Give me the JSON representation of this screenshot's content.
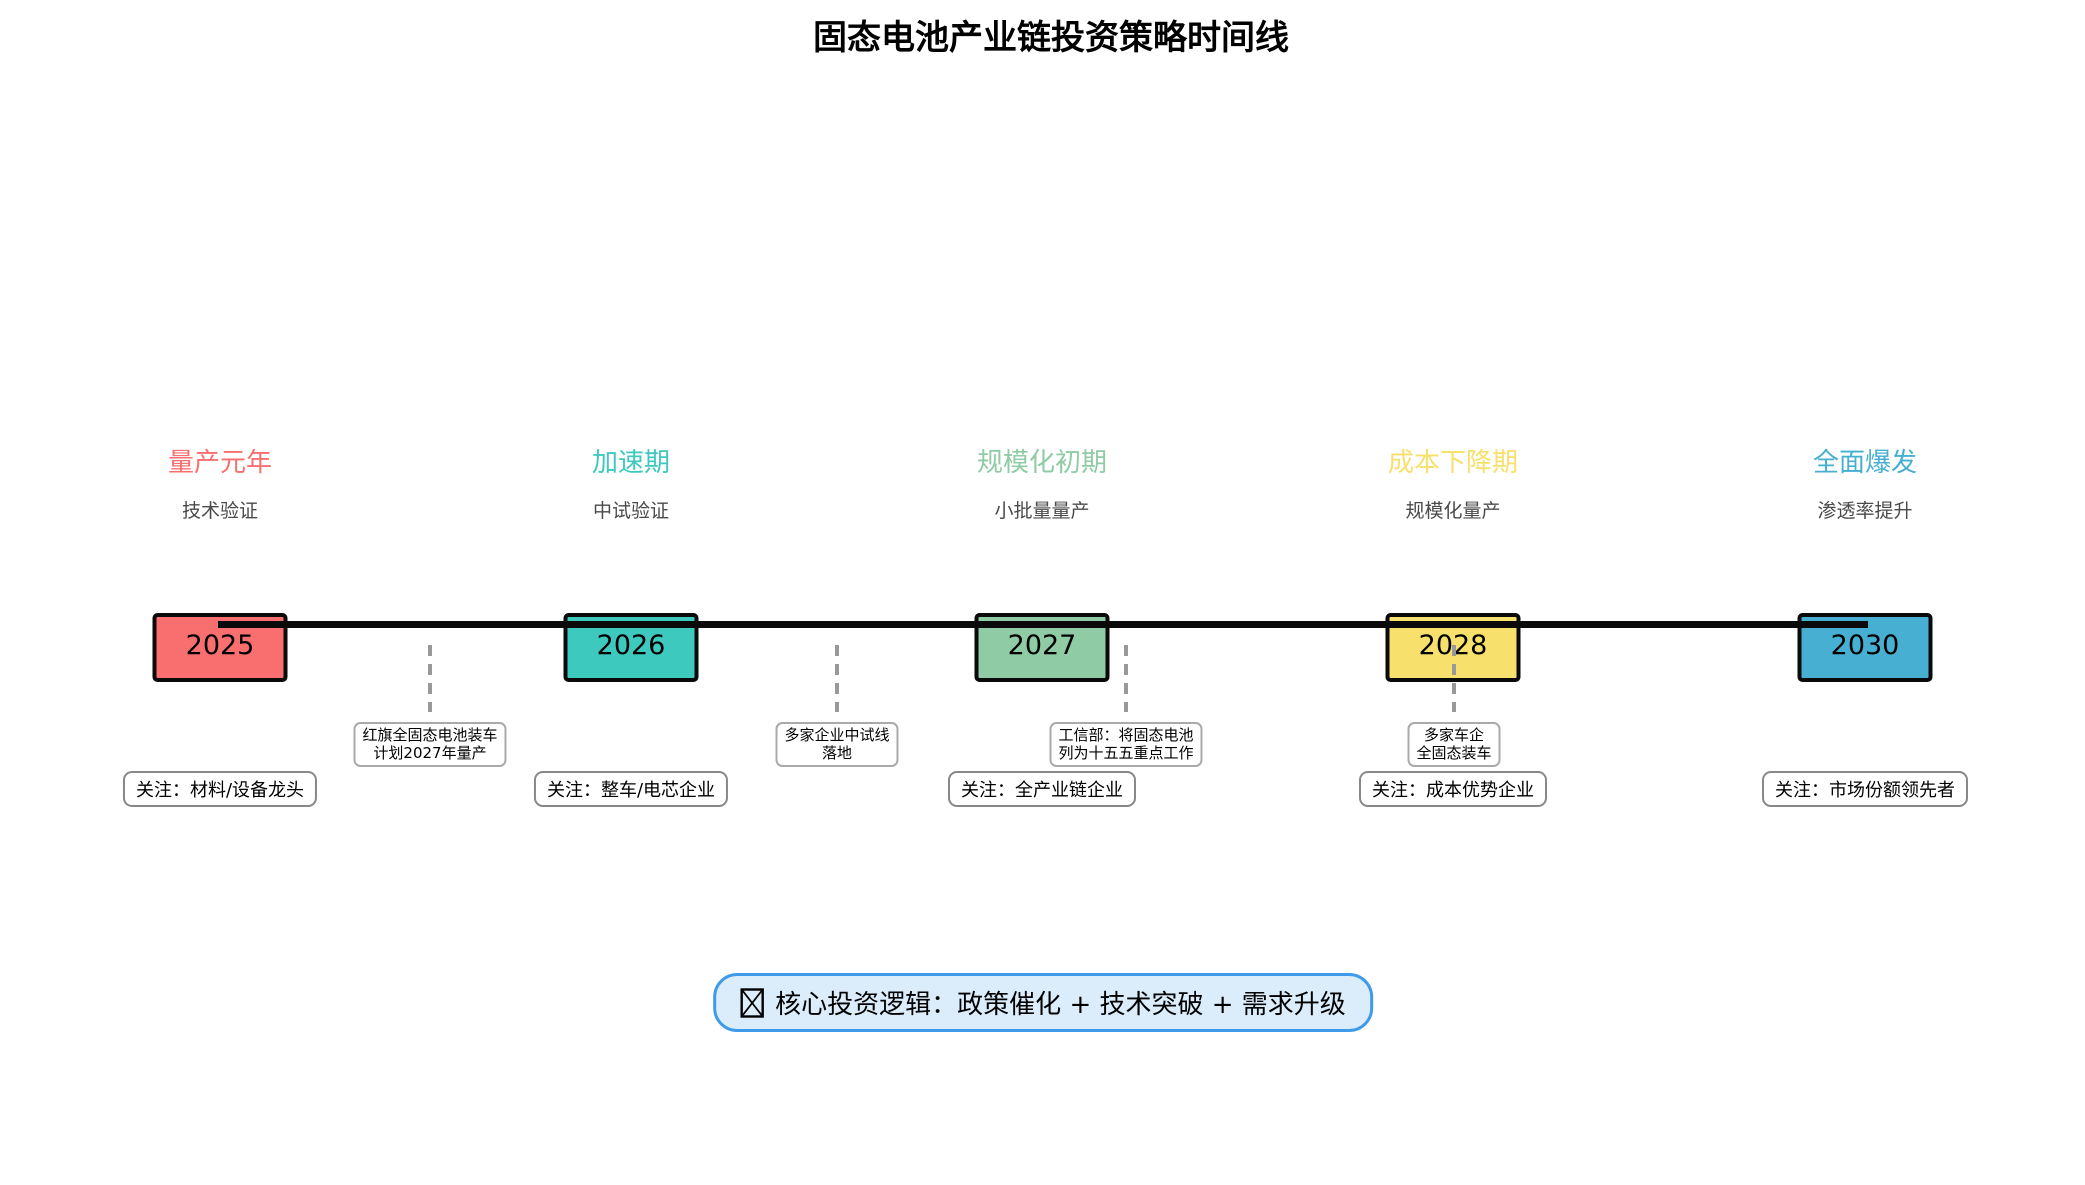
{
  "title": "固态电池产业链投资策略时间线",
  "timeline": {
    "phases": [
      {
        "year": "2025",
        "title": "量产元年",
        "subtitle": "技术验证",
        "focus": "关注：材料/设备龙头",
        "color": "#F96F6F"
      },
      {
        "year": "2026",
        "title": "加速期",
        "subtitle": "中试验证",
        "focus": "关注：整车/电芯企业",
        "color": "#3EC9BE"
      },
      {
        "year": "2027",
        "title": "规模化初期",
        "subtitle": "小批量量产",
        "focus": "关注：全产业链企业",
        "color": "#8FCBA4"
      },
      {
        "year": "2028",
        "title": "成本下降期",
        "subtitle": "规模化量产",
        "focus": "关注：成本优势企业",
        "color": "#F8E06C"
      },
      {
        "year": "2030",
        "title": "全面爆发",
        "subtitle": "渗透率提升",
        "focus": "关注：市场份额领先者",
        "color": "#47AFD1"
      }
    ],
    "events": [
      {
        "line1": "红旗全固态电池装车",
        "line2": "计划2027年量产"
      },
      {
        "line1": "多家企业中试线",
        "line2": "落地"
      },
      {
        "line1": "工信部：将固态电池",
        "line2": "列为十五五重点工作"
      },
      {
        "line1": "多家车企",
        "line2": "全固态装车"
      }
    ]
  },
  "footer": {
    "logic_label": "核心投资逻辑：政策催化 + 技术突破 + 需求升级",
    "icon": "missing-glyph-box-x",
    "border_color": "#3E9BEA",
    "bg_color": "#DBEDFB"
  }
}
